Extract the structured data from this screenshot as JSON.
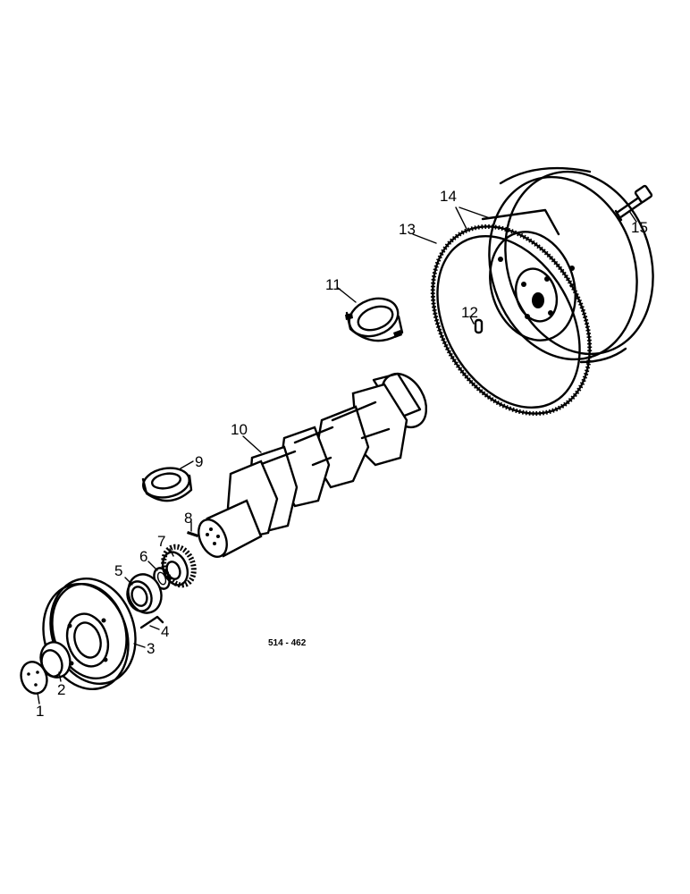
{
  "labels": {
    "p1": "1",
    "p2": "2",
    "p3": "3",
    "p4": "4",
    "p5": "5",
    "p6": "6",
    "p7": "7",
    "p8": "8",
    "p9": "9",
    "p10": "10",
    "p11": "11",
    "p12": "12",
    "p13": "13",
    "p14": "14",
    "p15": "15"
  },
  "drawing_code": "514 - 462"
}
